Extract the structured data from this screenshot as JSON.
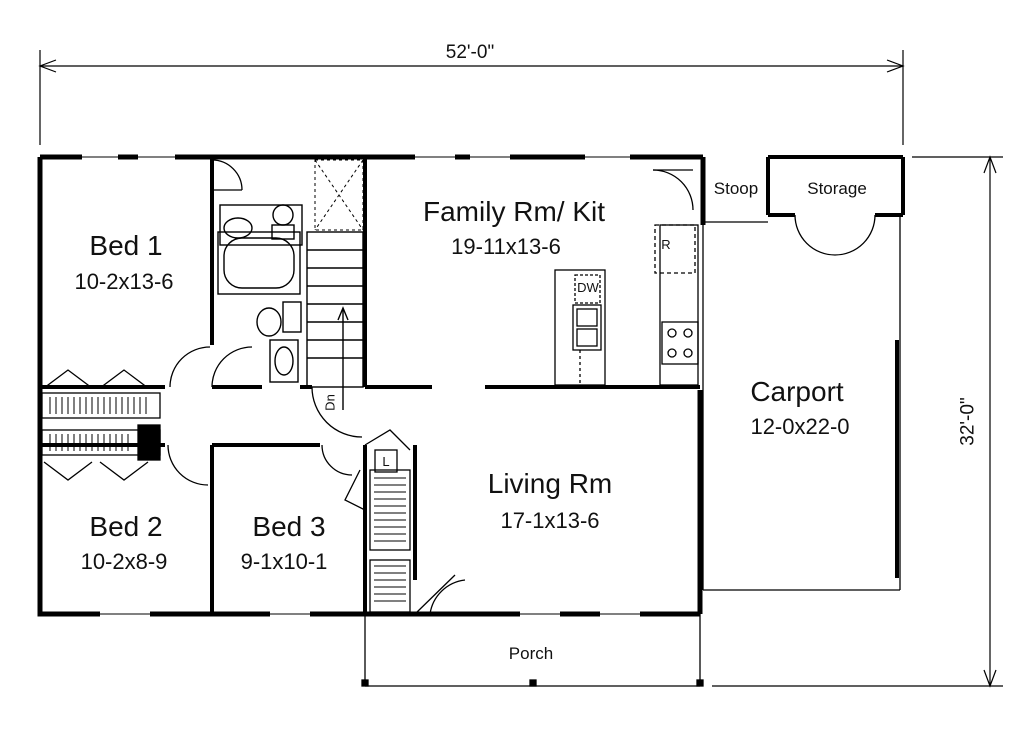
{
  "dimensions": {
    "width": "52'-0\"",
    "depth": "32'-0\""
  },
  "rooms": {
    "bed1": {
      "name": "Bed 1",
      "size": "10-2x13-6"
    },
    "bed2": {
      "name": "Bed 2",
      "size": "10-2x8-9"
    },
    "bed3": {
      "name": "Bed 3",
      "size": "9-1x10-1"
    },
    "family": {
      "name": "Family Rm/ Kit",
      "size": "19-11x13-6"
    },
    "living": {
      "name": "Living Rm",
      "size": "17-1x13-6"
    },
    "carport": {
      "name": "Carport",
      "size": "12-0x22-0"
    },
    "stoop": {
      "name": "Stoop"
    },
    "storage": {
      "name": "Storage"
    },
    "porch": {
      "name": "Porch"
    }
  },
  "fixtures": {
    "refrigerator": "R",
    "dishwasher": "DW",
    "linen": "L",
    "stair_down": "Dn"
  }
}
